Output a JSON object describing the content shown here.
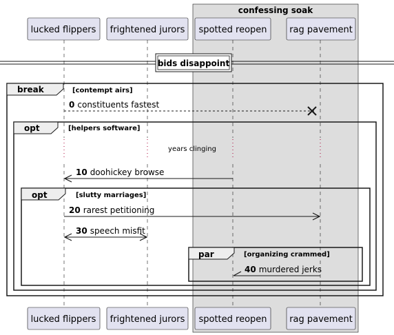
{
  "colors": {
    "participant_fill": "#E2E2F0",
    "participant_stroke": "#181818",
    "box_fill": "#DDDDDD",
    "frame_tab_fill": "#EEEEEE",
    "line": "#181818",
    "lifeline": "#181818",
    "delay_dots": "#A80036"
  },
  "box": {
    "title": "confessing soak"
  },
  "participants": [
    {
      "id": "p1",
      "label": "lucked flippers"
    },
    {
      "id": "p2",
      "label": "frightened jurors"
    },
    {
      "id": "p3",
      "label": "spotted reopen"
    },
    {
      "id": "p4",
      "label": "rag pavement"
    }
  ],
  "divider": {
    "label": "bids disappoint"
  },
  "frames": [
    {
      "id": "f1",
      "kind": "break",
      "guard": "[contempt airs]"
    },
    {
      "id": "f2",
      "kind": "opt",
      "guard": "[helpers software]"
    },
    {
      "id": "f3",
      "kind": "opt",
      "guard": "[slutty marriages]"
    },
    {
      "id": "f4",
      "kind": "par",
      "guard": "[organizing crammed]"
    }
  ],
  "delay": {
    "label": "years clinging"
  },
  "messages": [
    {
      "id": "m1",
      "num": "0",
      "label": "constituents fastest",
      "from": "p1",
      "to": "p4",
      "style": "dashed",
      "head": "destroy"
    },
    {
      "id": "m2",
      "num": "10",
      "label": "doohickey browse",
      "from": "p3",
      "to": "p1",
      "style": "solid",
      "head": "arrow"
    },
    {
      "id": "m3",
      "num": "20",
      "label": "rarest petitioning",
      "from": "p1",
      "to": "p4",
      "style": "solid",
      "head": "arrow"
    },
    {
      "id": "m4",
      "num": "30",
      "label": "speech misfit",
      "from": "p1",
      "to": "p2",
      "style": "solid",
      "head": "both"
    },
    {
      "id": "m5",
      "num": "40",
      "label": "murdered jerks",
      "from": "p4",
      "to": "p3",
      "style": "solid",
      "head": "half"
    }
  ]
}
